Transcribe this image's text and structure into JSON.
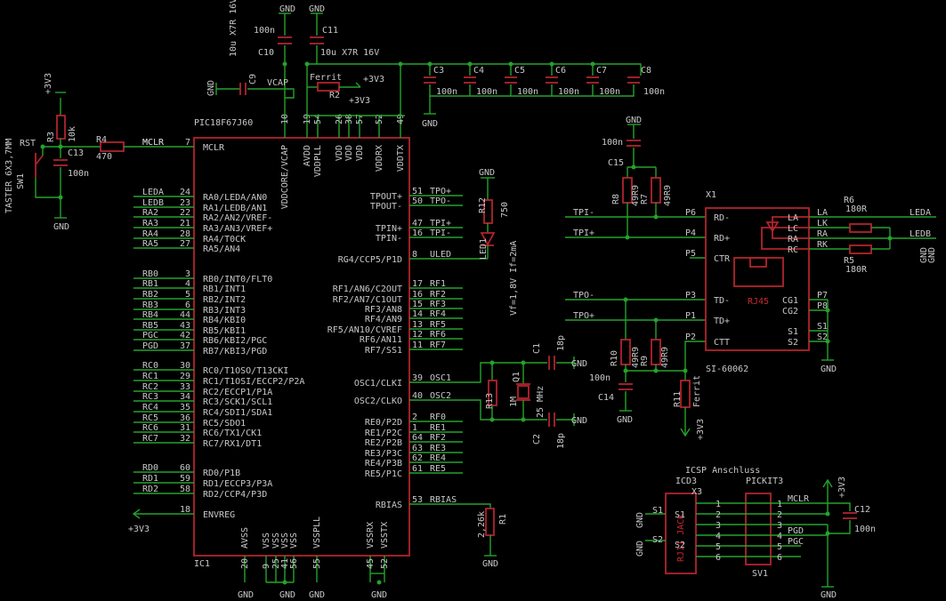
{
  "colors": {
    "background": "#000000",
    "wire": "#24a22c",
    "part": "#b1232c",
    "text": "#c8c8c8",
    "partlabel": "#c82832"
  },
  "ic": {
    "name": "IC1",
    "type": "PIC18F67J60",
    "left_pins": [
      {
        "num": "7",
        "label": "MCLR",
        "net": "MCLR"
      },
      {
        "num": "24",
        "label": "RA0/LEDA/AN0",
        "net": "LEDA"
      },
      {
        "num": "23",
        "label": "RA1/LEDB/AN1",
        "net": "LEDB"
      },
      {
        "num": "22",
        "label": "RA2/AN2/VREF-",
        "net": "RA2"
      },
      {
        "num": "21",
        "label": "RA3/AN3/VREF+",
        "net": "RA3"
      },
      {
        "num": "28",
        "label": "RA4/T0CK",
        "net": "RA4"
      },
      {
        "num": "27",
        "label": "RA5/AN4",
        "net": "RA5"
      },
      {
        "num": "3",
        "label": "RB0/INT0/FLT0",
        "net": "RB0"
      },
      {
        "num": "4",
        "label": "RB1/INT1",
        "net": "RB1"
      },
      {
        "num": "5",
        "label": "RB2/INT2",
        "net": "RB2"
      },
      {
        "num": "6",
        "label": "RB3/INT3",
        "net": "RB3"
      },
      {
        "num": "44",
        "label": "RB4/KBI0",
        "net": "RB4"
      },
      {
        "num": "43",
        "label": "RB5/KBI1",
        "net": "RB5"
      },
      {
        "num": "42",
        "label": "RB6/KBI2/PGC",
        "net": "PGC"
      },
      {
        "num": "37",
        "label": "RB7/KBI3/PGD",
        "net": "PGD"
      },
      {
        "num": "30",
        "label": "RC0/T1OSO/T13CKI",
        "net": "RC0"
      },
      {
        "num": "29",
        "label": "RC1/T1OSI/ECCP2/P2A",
        "net": "RC1"
      },
      {
        "num": "33",
        "label": "RC2/ECCP1/P1A",
        "net": "RC2"
      },
      {
        "num": "34",
        "label": "RC3/SCK1/SCL1",
        "net": "RC3"
      },
      {
        "num": "35",
        "label": "RC4/SDI1/SDA1",
        "net": "RC4"
      },
      {
        "num": "36",
        "label": "RC5/SDO1",
        "net": "RC5"
      },
      {
        "num": "31",
        "label": "RC6/TX1/CK1",
        "net": "RC6"
      },
      {
        "num": "32",
        "label": "RC7/RX1/DT1",
        "net": "RC7"
      },
      {
        "num": "60",
        "label": "RD0/P1B",
        "net": "RD0"
      },
      {
        "num": "59",
        "label": "RD1/ECCP3/P3A",
        "net": "RD1"
      },
      {
        "num": "58",
        "label": "RD2/CCP4/P3D",
        "net": "RD2"
      },
      {
        "num": "18",
        "label": "ENVREG",
        "net": ""
      }
    ],
    "right_pins": [
      {
        "num": "51",
        "label": "TPOUT+",
        "net": "TPO+"
      },
      {
        "num": "50",
        "label": "TPOUT-",
        "net": "TPO-"
      },
      {
        "num": "47",
        "label": "TPIN+",
        "net": "TPI+"
      },
      {
        "num": "16",
        "label": "TPIN-",
        "net": "TPI-"
      },
      {
        "num": "8",
        "label": "RG4/CCP5/P1D",
        "net": "ULED"
      },
      {
        "num": "17",
        "label": "RF1/AN6/C2OUT",
        "net": "RF1"
      },
      {
        "num": "16",
        "label": "RF2/AN7/C1OUT",
        "net": "RF2"
      },
      {
        "num": "15",
        "label": "RF3/AN8",
        "net": "RF3"
      },
      {
        "num": "14",
        "label": "RF4/AN9",
        "net": "RF4"
      },
      {
        "num": "13",
        "label": "RF5/AN10/CVREF",
        "net": "RF5"
      },
      {
        "num": "12",
        "label": "RF6/AN11",
        "net": "RF6"
      },
      {
        "num": "11",
        "label": "RF7/SS1",
        "net": "RF7"
      },
      {
        "num": "39",
        "label": "OSC1/CLKI",
        "net": "OSC1"
      },
      {
        "num": "40",
        "label": "OSC2/CLKO",
        "net": "OSC2"
      },
      {
        "num": "2",
        "label": "RE0/P2D",
        "net": "RF0"
      },
      {
        "num": "1",
        "label": "RE1/P2C",
        "net": "RE1"
      },
      {
        "num": "64",
        "label": "RE2/P2B",
        "net": "RF2"
      },
      {
        "num": "63",
        "label": "RE3/P3C",
        "net": "RE3"
      },
      {
        "num": "62",
        "label": "RE4/P3B",
        "net": "RE4"
      },
      {
        "num": "61",
        "label": "RE5/P1C",
        "net": "RE5"
      },
      {
        "num": "53",
        "label": "RBIAS",
        "net": "RBIAS"
      }
    ],
    "top_pins": [
      {
        "num": "10",
        "label": "VDDCORE/VCAP"
      },
      {
        "num": "19",
        "label": "AVDD"
      },
      {
        "num": "54",
        "label": "VDDPLL"
      },
      {
        "num": "26",
        "label": "VDD"
      },
      {
        "num": "38",
        "label": "VDD"
      },
      {
        "num": "57",
        "label": "VDD"
      },
      {
        "num": "52",
        "label": "VDDRX"
      },
      {
        "num": "49",
        "label": "VDDTX"
      }
    ],
    "bottom_pins": [
      {
        "num": "20",
        "label": "AVSS"
      },
      {
        "num": "9",
        "label": "VSS"
      },
      {
        "num": "25",
        "label": "VSS"
      },
      {
        "num": "41",
        "label": "VSS"
      },
      {
        "num": "56",
        "label": "VSS"
      },
      {
        "num": "55",
        "label": "VSSPLL"
      },
      {
        "num": "45",
        "label": "VSSRX"
      },
      {
        "num": "52",
        "label": "VSSTX"
      }
    ]
  },
  "labels": {
    "gnd": "GND",
    "v33": "+3V3",
    "vcap": "VCAP",
    "mclr_net": "MCLR",
    "rst": "RST",
    "taster": "TASTER 6X3,7MM",
    "sw1": "SW1",
    "r3": "R3",
    "r3_val": "10k",
    "c13": "C13",
    "c13_val": "100n",
    "r4": "R4",
    "r4_val": "470",
    "c10": "C10",
    "c10_val": "100n",
    "c11": "C11",
    "c11_val": "10u X7R 16V",
    "c9": "C9",
    "c9_val": "10u X7R 16V",
    "ferrit": "Ferrit",
    "r2": "R2",
    "c3": "C3",
    "c4": "C4",
    "c5": "C5",
    "c6": "C6",
    "c7": "C7",
    "c8": "C8",
    "c100n": "100n",
    "r12": "R12",
    "r12_val": "750",
    "led1": "LED1",
    "led_note": "Vf=1,8V If=2mA",
    "c1": "C1",
    "c1_val": "18p",
    "c2": "C2",
    "c2_val": "18p",
    "q1": "Q1",
    "q1_val": "25 MHz",
    "r13": "R13",
    "r13_val": "1M",
    "r1": "R1",
    "r1_val": "2,26k",
    "c15": "C15",
    "c15_val": "100n",
    "r7": "R7",
    "r8": "R8",
    "r49": "49R9",
    "r9": "R9",
    "r10": "R10",
    "c14": "C14",
    "c14_val": "100n",
    "r11": "R11",
    "r11_val": "Ferrit",
    "x1": "X1",
    "rj45": "RJ45",
    "si": "SI-60062",
    "r6": "R6",
    "r6_val": "180R",
    "r5": "R5",
    "r5_val": "180R",
    "leda": "LEDA",
    "ledb": "LEDB",
    "x1_left": [
      "P6",
      "P4",
      "P5",
      "P3",
      "P1",
      "P2"
    ],
    "x1_inner_left": [
      "RD-",
      "RD+",
      "CTR",
      "TD-",
      "TD+",
      "CTT"
    ],
    "x1_inner_right": [
      "LA",
      "LC",
      "RA",
      "RC",
      "CG1",
      "CG2",
      "S1",
      "S2"
    ],
    "x1_right": [
      "LA",
      "LK",
      "RA",
      "RK",
      "P7",
      "P8",
      "S1",
      "S2"
    ],
    "tpo_p": "TPO+",
    "tpo_m": "TPO-",
    "tpi_p": "TPI+",
    "tpi_m": "TPI-",
    "icsp": "ICSP Anschluss",
    "icd3": "ICD3",
    "x3": "X3",
    "pickit3": "PICKIT3",
    "sv1": "SV1",
    "rj11": "RJ11 JACK",
    "s1": "S1",
    "s2": "S2",
    "c12": "C12",
    "c12_val": "100n",
    "mclr_icsp": "MCLR",
    "pgd": "PGD",
    "pgc": "PGC"
  }
}
